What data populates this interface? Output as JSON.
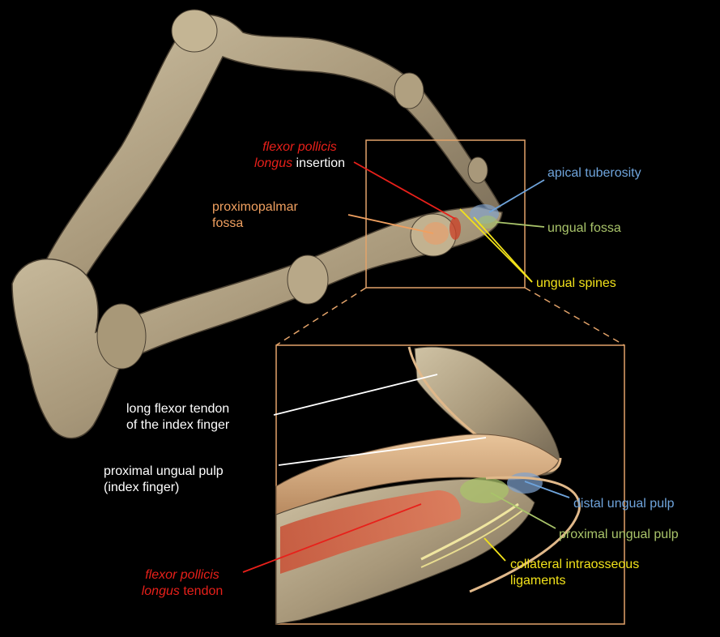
{
  "labels": {
    "fpl_insertion": {
      "italic": "flexor pollicis",
      "italic2": "longus",
      "rest": " insertion"
    },
    "proximopalmar_fossa": {
      "line1": "proximopalmar",
      "line2": "fossa"
    },
    "apical_tuberosity": "apical tuberosity",
    "ungual_fossa": "ungual fossa",
    "ungual_spines": "ungual spines",
    "long_flexor_tendon": {
      "line1": "long flexor tendon",
      "line2": "of the index finger"
    },
    "proximal_ungual_pulp_index": {
      "line1": "proximal ungual pulp",
      "line2": "(index finger)"
    },
    "distal_ungual_pulp": "distal ungual pulp",
    "proximal_ungual_pulp": "proximal ungual pulp",
    "collateral_ligaments": {
      "line1": "collateral intraosseous",
      "line2": "ligaments"
    },
    "fpl_tendon": {
      "italic": "flexor pollicis",
      "italic2": "longus",
      "rest": " tendon"
    }
  },
  "colors": {
    "red": "#e8201a",
    "orange": "#f0a060",
    "blue": "#6fa4dc",
    "green": "#a9c46a",
    "yellow": "#f2e21a",
    "white": "#ffffff",
    "frame": "#e3a36a",
    "bone": "#b8a88a"
  }
}
